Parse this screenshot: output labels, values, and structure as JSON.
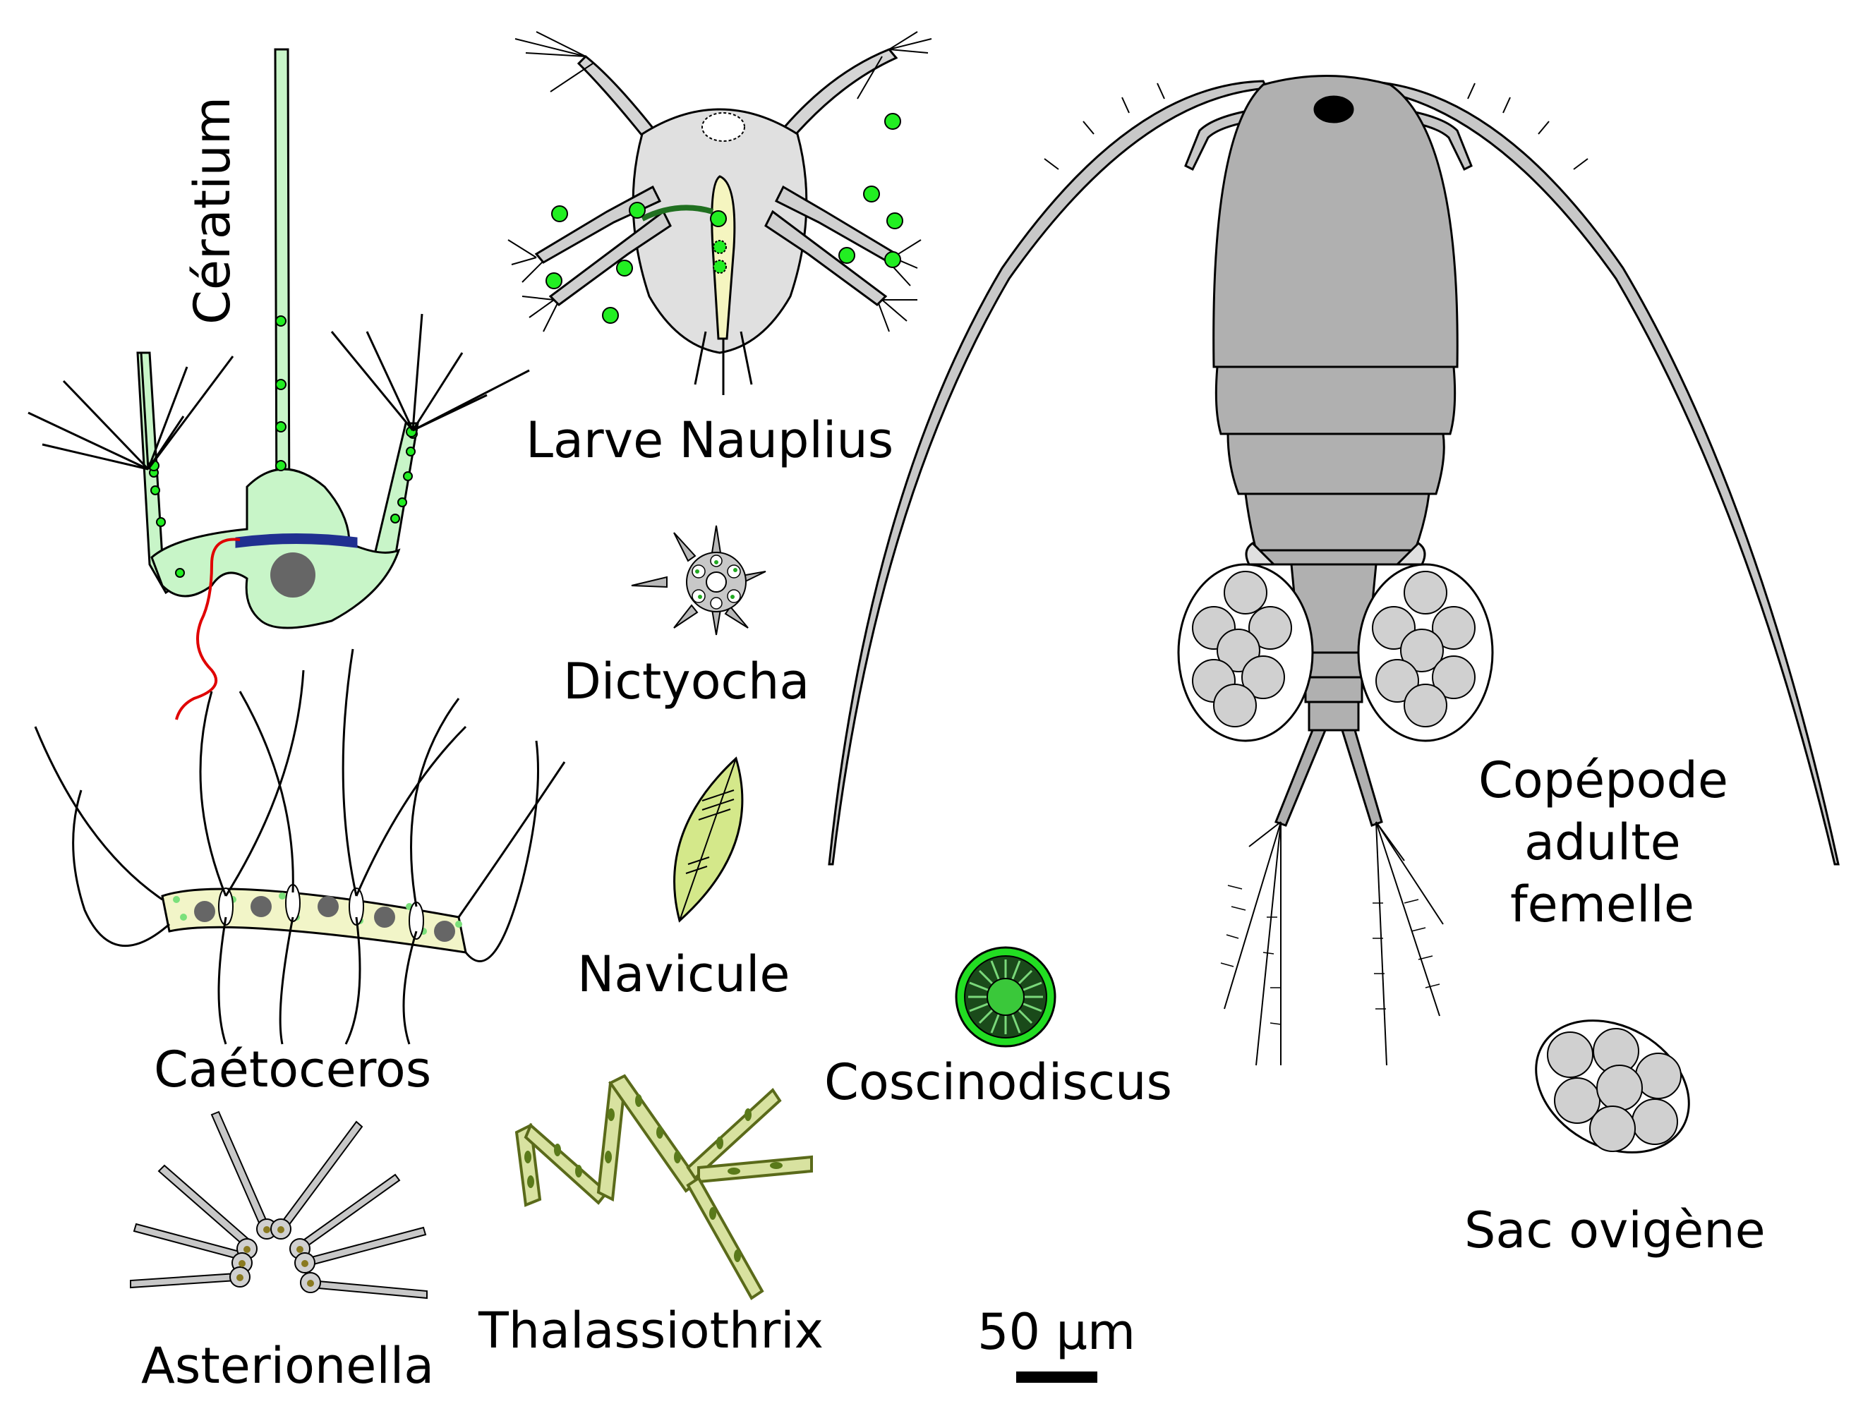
{
  "labels": {
    "ceratium": "Cératium",
    "nauplius": "Larve Nauplius",
    "dictyocha": "Dictyocha",
    "navicule": "Navicule",
    "caetoceros": "Caétoceros",
    "asterionella": "Asterionella",
    "thalassiothrix": "Thalassiothrix",
    "coscinodiscus": "Coscinodiscus",
    "copepode_line1": "Copépode",
    "copepode_line2": "adulte",
    "copepode_line3": "femelle",
    "sac": "Sac ovigène",
    "scale": "50 µm"
  },
  "colors": {
    "chloroplast_green": "#22ee22",
    "ceratium_fill": "#c8f5c8",
    "copepod_gray": "#b0b0b0",
    "egg_gray": "#d0d0d0",
    "flagellum_red": "#e00000",
    "girdle_blue": "#203090",
    "navicule_fill": "#d4e88a",
    "thalassiothrix_fill": "#d8e2a0",
    "thalassiothrix_edge": "#5a6a1a",
    "caetoceros_fill": "#f2f5c8",
    "dark_gray": "#666666"
  }
}
